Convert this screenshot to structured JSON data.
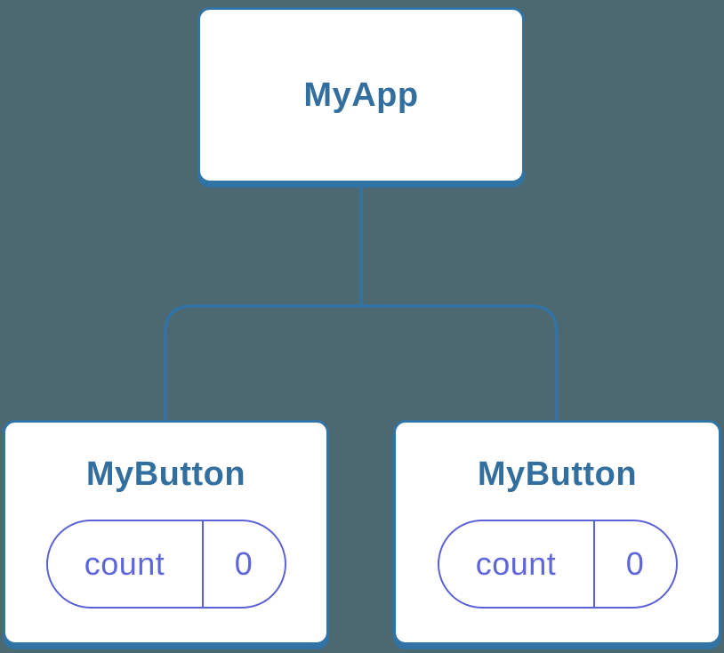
{
  "diagram": {
    "type": "component-tree",
    "colors": {
      "background": "#4C6972",
      "node_fill": "#FFFFFF",
      "node_border": "#3173A4",
      "connector": "#3173A4",
      "title_text": "#336F9E",
      "state_accent": "#5B62D6"
    },
    "root": {
      "label": "MyApp"
    },
    "children": [
      {
        "label": "MyButton",
        "state": {
          "key": "count",
          "value": "0"
        }
      },
      {
        "label": "MyButton",
        "state": {
          "key": "count",
          "value": "0"
        }
      }
    ]
  }
}
